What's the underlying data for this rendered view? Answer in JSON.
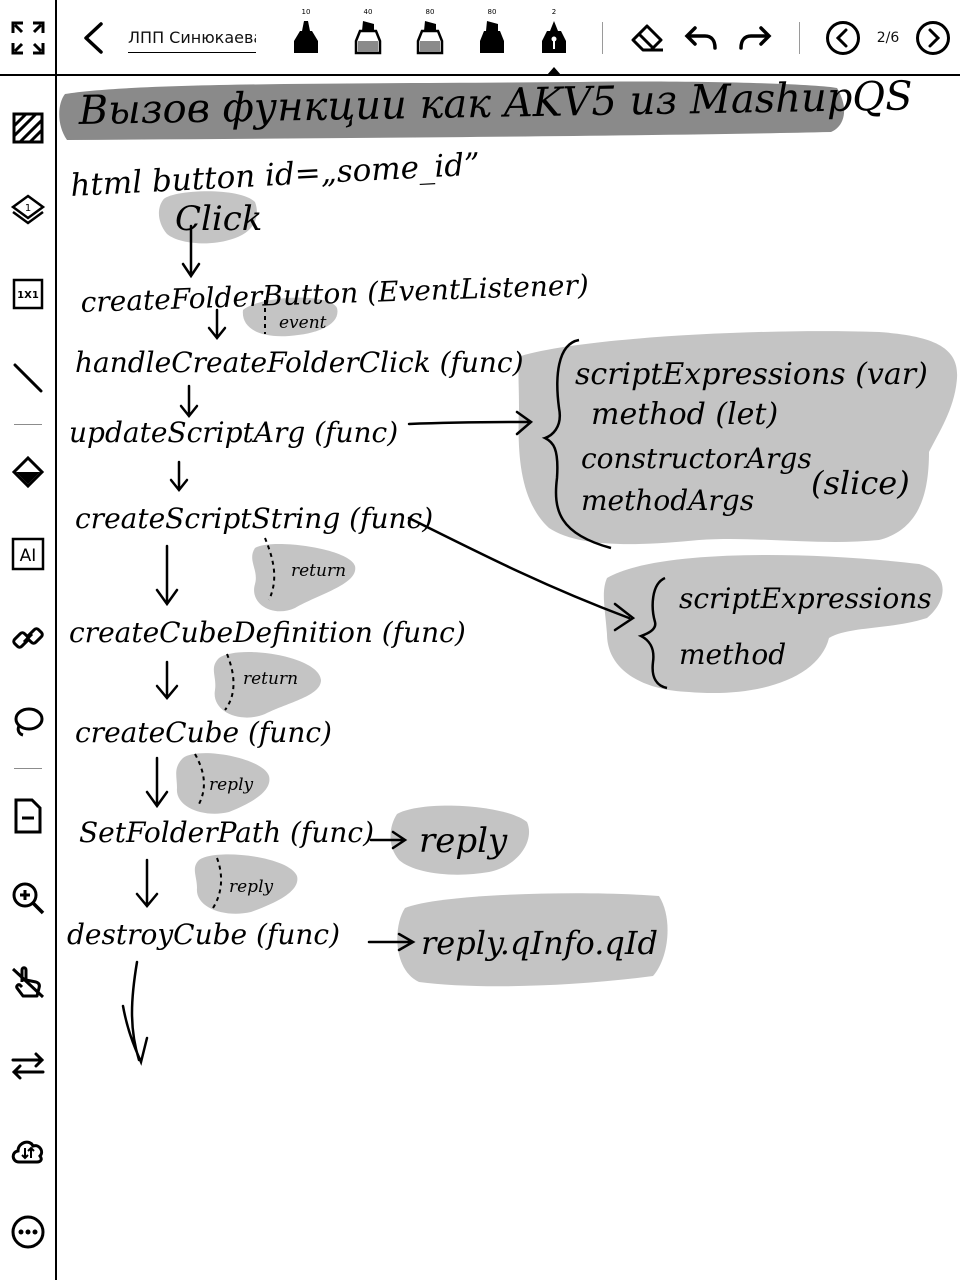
{
  "app": {
    "notebook_title": "ЛПП Синюкаева",
    "page_indicator": "2/6"
  },
  "toolbar": {
    "pens": [
      {
        "size": "10",
        "type": "fineliner"
      },
      {
        "size": "40",
        "type": "marker"
      },
      {
        "size": "80",
        "type": "marker"
      },
      {
        "size": "80",
        "type": "brush"
      },
      {
        "size": "2",
        "type": "fountain-pen",
        "active": true
      }
    ],
    "icons": [
      "expand-icon",
      "back-icon",
      "eraser-icon",
      "undo-icon",
      "redo-icon",
      "prev-page-icon",
      "next-page-icon"
    ]
  },
  "sidebar": {
    "tools": [
      {
        "name": "hatch-fill-icon"
      },
      {
        "name": "layers-icon",
        "badge": "1"
      },
      {
        "name": "grid-size-icon",
        "label": "1X1"
      },
      {
        "name": "line-tool-icon"
      },
      {
        "name": "fill-bucket-icon"
      },
      {
        "name": "ai-icon",
        "label": "AI"
      },
      {
        "name": "link-icon"
      },
      {
        "name": "lasso-icon"
      },
      {
        "name": "page-remove-icon"
      },
      {
        "name": "zoom-in-icon"
      },
      {
        "name": "touch-off-icon"
      },
      {
        "name": "swap-icon"
      },
      {
        "name": "cloud-sync-icon"
      },
      {
        "name": "more-icon"
      }
    ]
  },
  "notes": {
    "title": "Вызов функции как AKV5 из MashupQS",
    "trigger": "html button id=„some_id”",
    "click": "Click",
    "steps": [
      {
        "text": "createFolderButton (EventListener)",
        "note": "event"
      },
      {
        "text": "handleCreateFolderClick (func)"
      },
      {
        "text": "updateScriptArg (func)"
      },
      {
        "text": "createScriptString (func)",
        "note": "return"
      },
      {
        "text": "createCubeDefinition (func)",
        "note": "return"
      },
      {
        "text": "createCube (func)",
        "note": "reply"
      },
      {
        "text": "SetFolderPath (func)",
        "note": "reply"
      },
      {
        "text": "destroyCube (func)"
      }
    ],
    "box_script_args": {
      "lines": [
        "scriptExpressions (var)",
        "method (let)",
        "constructorArgs",
        "methodArgs"
      ],
      "slice_label": "(slice)"
    },
    "box_script_string": {
      "lines": [
        "scriptExpressions",
        "method"
      ]
    },
    "reply_label": "reply",
    "reply_info_label": "reply.qInfo.qId"
  },
  "colors": {
    "ink": "#000000",
    "highlight_dark": "#8a8a8a",
    "highlight_light": "#c4c4c4",
    "background": "#ffffff"
  }
}
